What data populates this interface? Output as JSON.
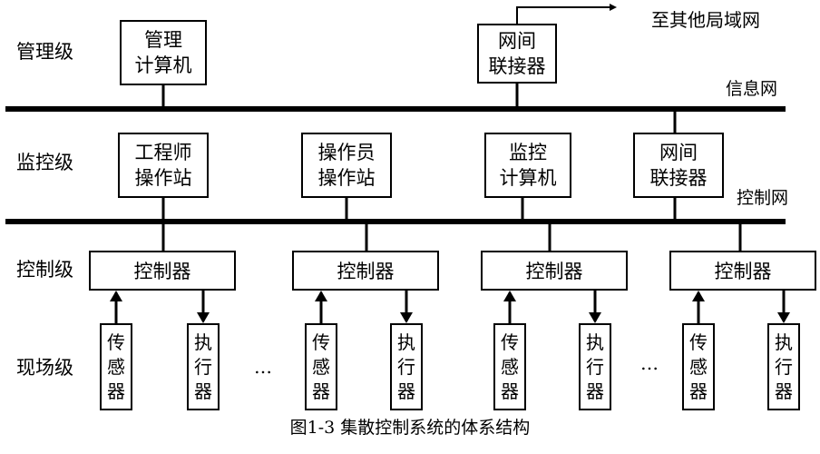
{
  "levels": {
    "management": "管理级",
    "monitoring": "监控级",
    "control": "控制级",
    "field": "现场级"
  },
  "networks": {
    "info": "信息网",
    "control": "控制网",
    "external": "至其他局域网"
  },
  "management_boxes": {
    "mgmt_computer": [
      "管理",
      "计算机"
    ],
    "gateway_top": [
      "网间",
      "联接器"
    ]
  },
  "monitoring_boxes": {
    "engineer_station": [
      "工程师",
      "操作站"
    ],
    "operator_station": [
      "操作员",
      "操作站"
    ],
    "monitor_computer": [
      "监控",
      "计算机"
    ],
    "gateway_mid": [
      "网间",
      "联接器"
    ]
  },
  "controllers": [
    "控制器",
    "控制器",
    "控制器",
    "控制器"
  ],
  "field_devices": {
    "sensor": [
      "传",
      "感",
      "器"
    ],
    "actuator": [
      "执",
      "行",
      "器"
    ]
  },
  "ellipsis": "…",
  "caption": "图1-3 集散控制系统的体系结构"
}
